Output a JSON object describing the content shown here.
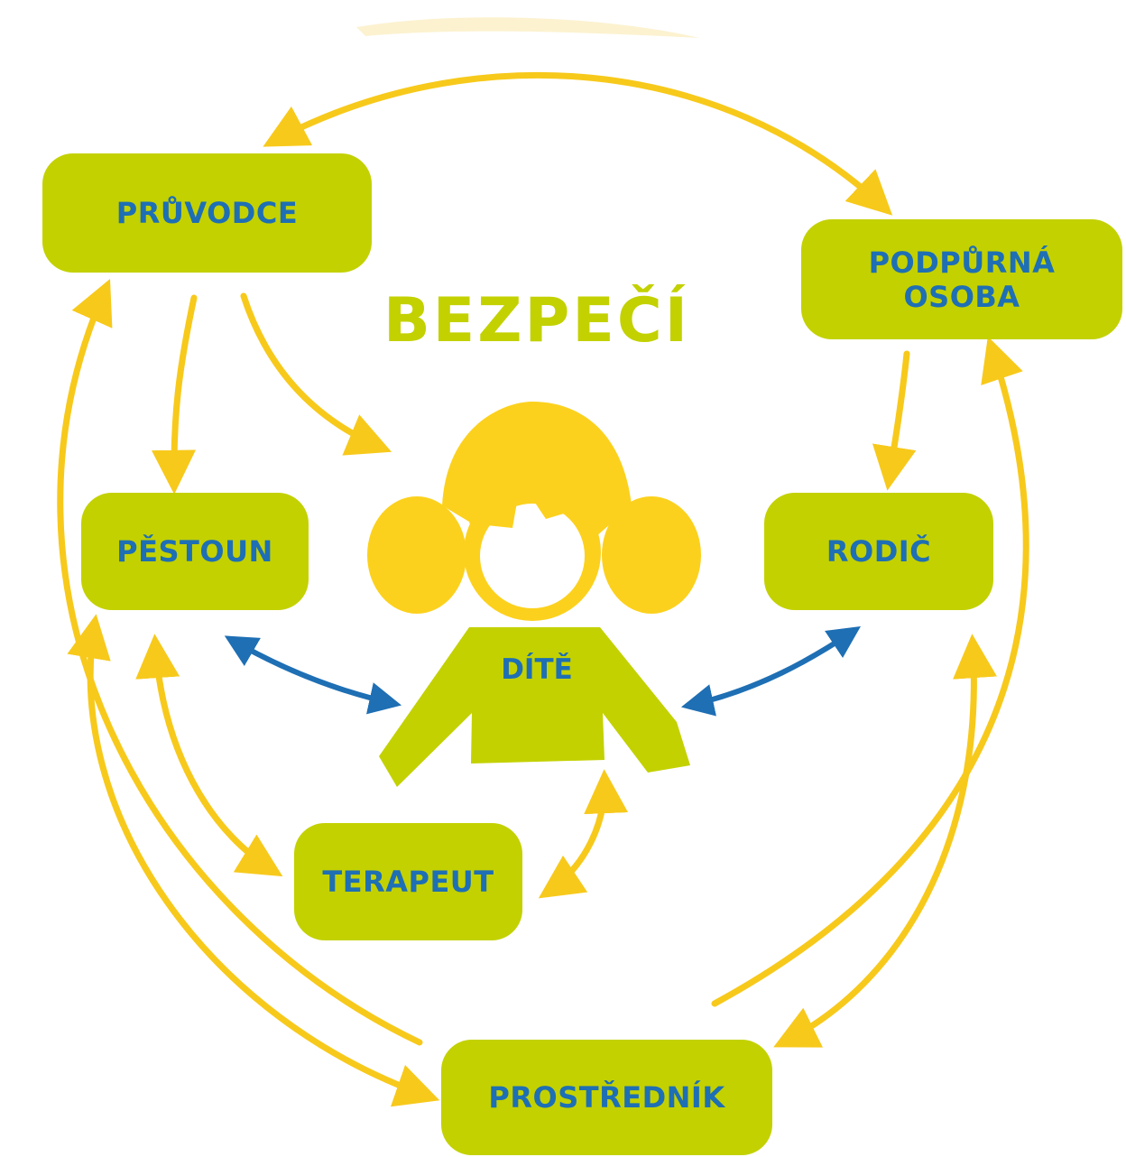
{
  "title": "BEZPEČÍ",
  "child_label": "DÍTĚ",
  "nodes": {
    "pruvodce": "PRŮVODCE",
    "podpurna_line1": "PODPŮRNÁ",
    "podpurna_line2": "OSOBA",
    "pestoun": "PĚSTOUN",
    "rodic": "RODIČ",
    "terapeut": "TERAPEUT",
    "prostrednik": "PROSTŘEDNÍK"
  },
  "colors": {
    "box_green": "#c3d100",
    "label_blue": "#1e6fb4",
    "arrow_yellow": "#f7c91b",
    "child_yellow": "#fcd11d",
    "arrow_blue": "#1e6fb4"
  }
}
